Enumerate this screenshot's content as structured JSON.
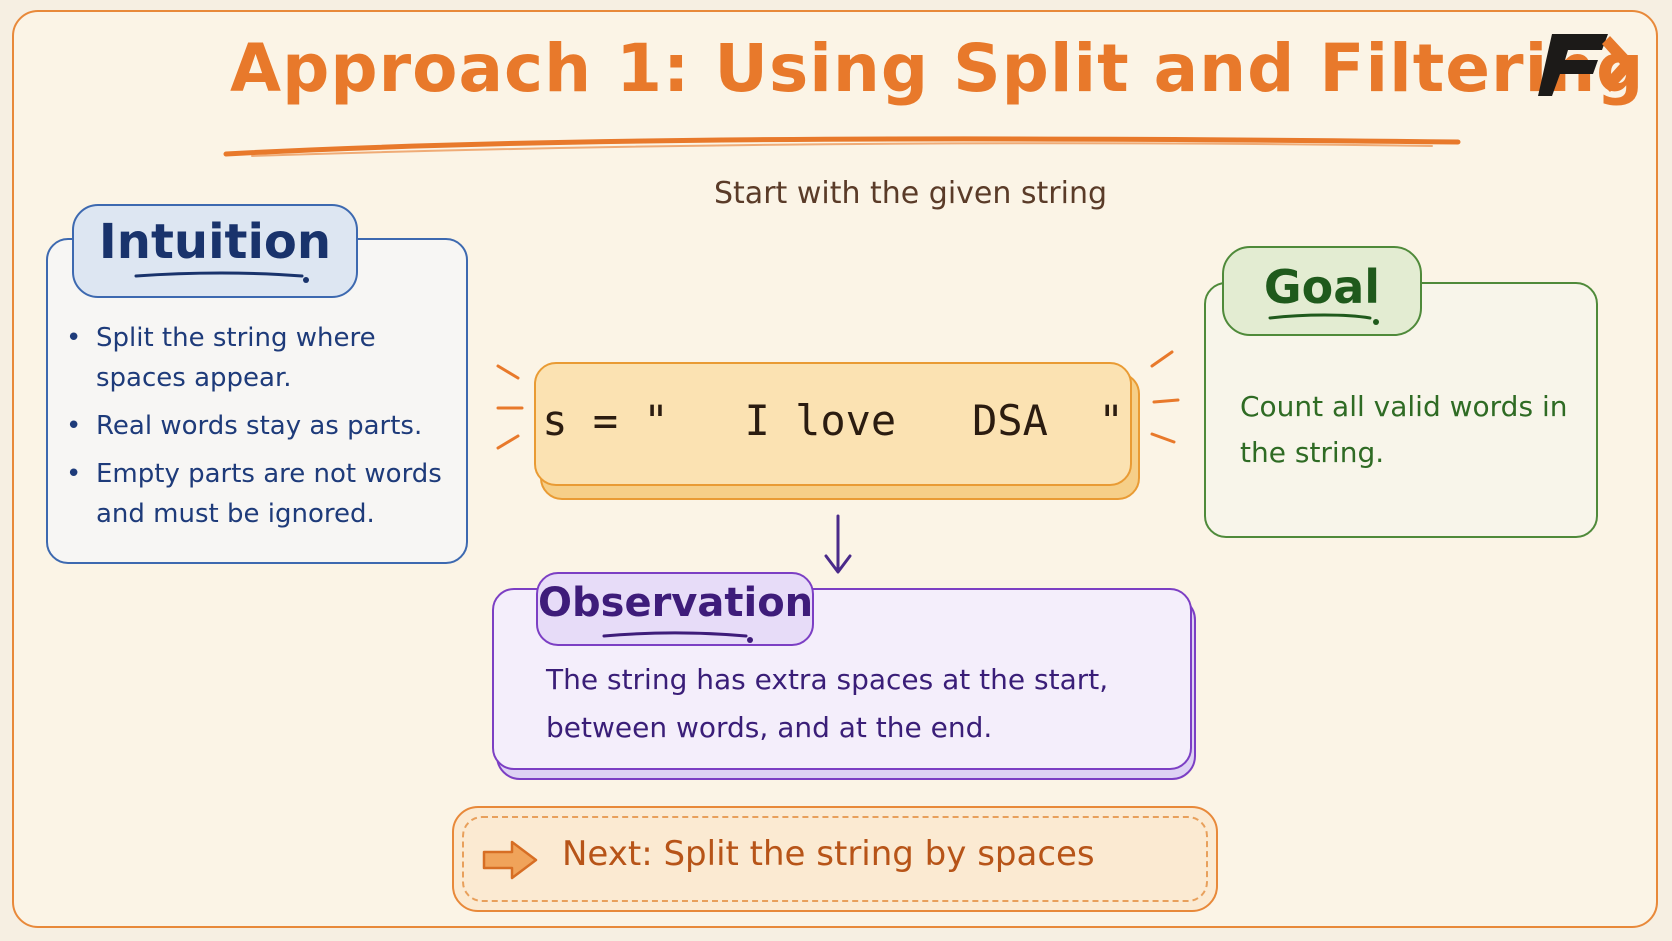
{
  "title": "Approach 1: Using Split and Filtering",
  "subtitle": "Start with the given string",
  "intuition": {
    "heading": "Intuition",
    "bullets": [
      "Split the string where spaces appear.",
      "Real words stay as parts.",
      "Empty parts are not words and must be ignored."
    ]
  },
  "string_box": {
    "text": "s = \"   I love   DSA  \""
  },
  "goal": {
    "heading": "Goal",
    "text": "Count all valid words in the string."
  },
  "observation": {
    "heading": "Observation",
    "text": "The string has extra spaces at the start, between words, and at the end."
  },
  "next": {
    "text": "Next: Split the string by spaces"
  },
  "colors": {
    "accent": "#e8792b",
    "intuition": "#3d69b0",
    "goal": "#4f8a3a",
    "observation": "#7c3fc4",
    "string": "#e99b34"
  },
  "logo": {
    "icon": "brand-logo-icon"
  }
}
